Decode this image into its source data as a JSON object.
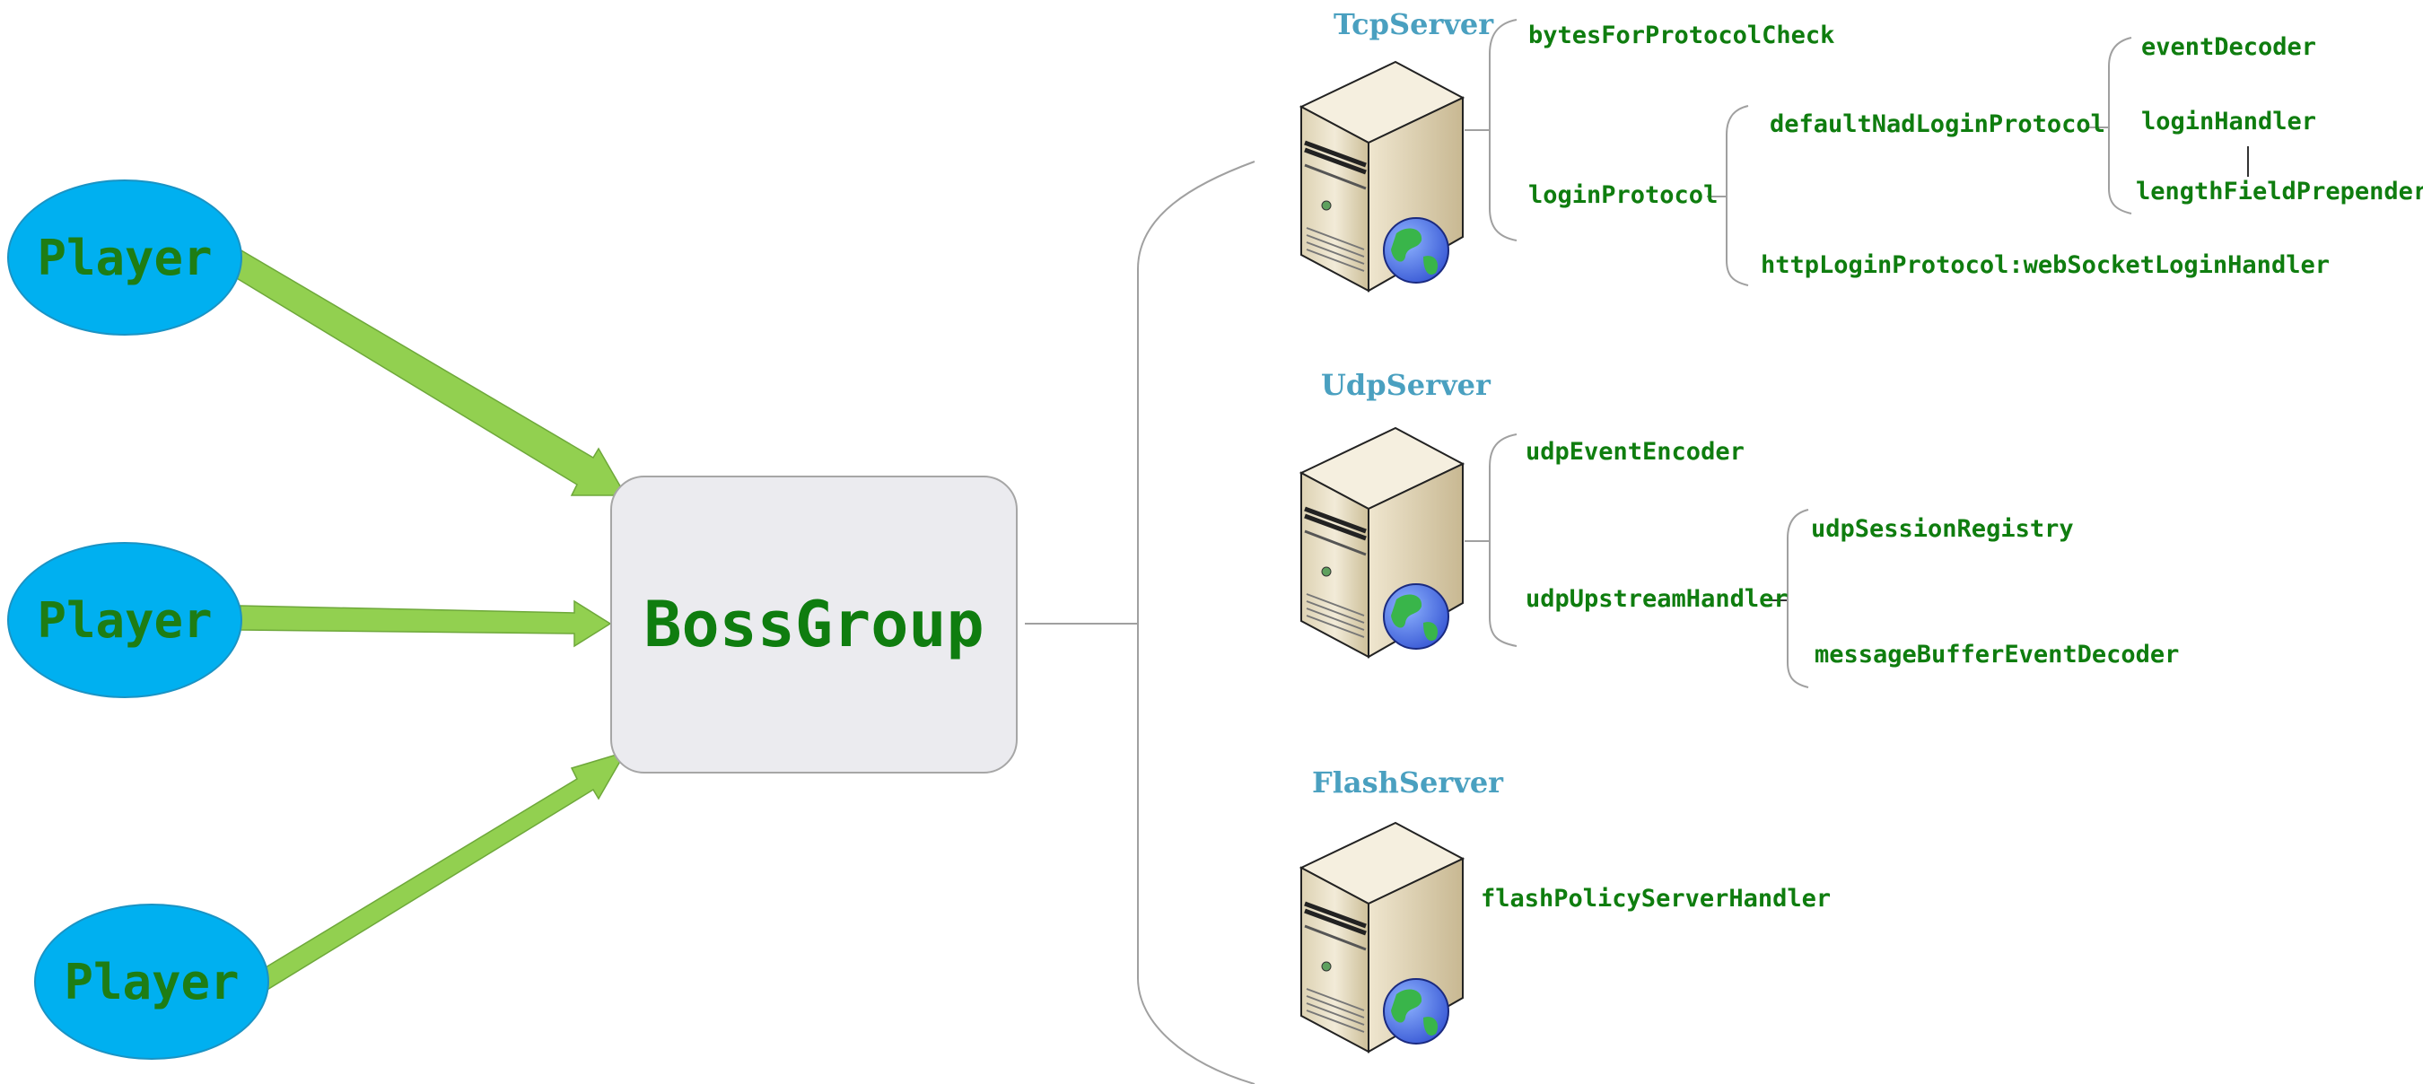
{
  "players": [
    "Player",
    "Player",
    "Player"
  ],
  "boss": {
    "label": "BossGroup"
  },
  "servers": [
    {
      "title": "TcpServer",
      "handlers": {
        "bytes_check": "bytesForProtocolCheck",
        "login_protocol": "loginProtocol",
        "default_login": "defaultNadLoginProtocol",
        "http_login": "httpLoginProtocol:webSocketLoginHandler",
        "event_decoder": "eventDecoder",
        "login_handler": "loginHandler",
        "length_prepender": "lengthFieldPrepender"
      }
    },
    {
      "title": "UdpServer",
      "handlers": {
        "event_encoder": "udpEventEncoder",
        "upstream_handler": "udpUpstreamHandler",
        "session_registry": "udpSessionRegistry",
        "buffer_decoder": "messageBufferEventDecoder"
      }
    },
    {
      "title": "FlashServer",
      "handlers": {
        "policy_handler": "flashPolicyServerHandler"
      }
    }
  ],
  "colors": {
    "player_fill": "#00b0f0",
    "label_green": "#0f7d0f",
    "arrow_green": "#92d050",
    "server_title": "#4aa0c0",
    "boss_fill": "#ebebef"
  }
}
